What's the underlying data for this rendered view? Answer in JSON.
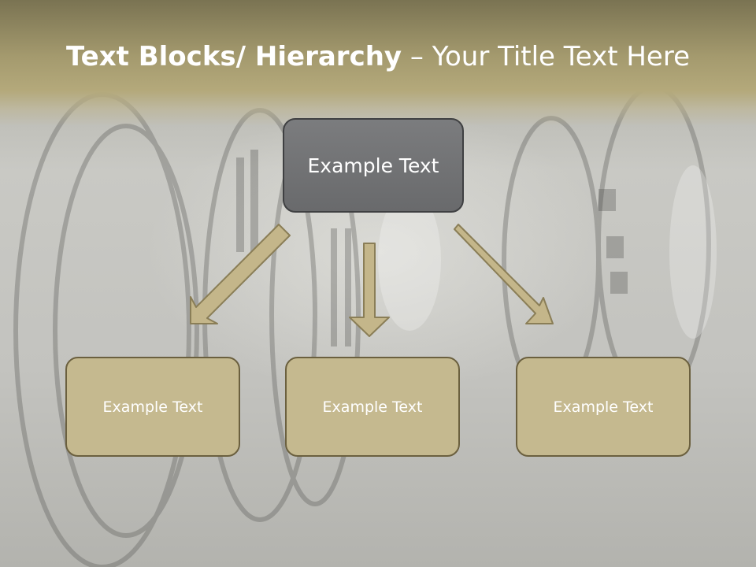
{
  "slide": {
    "title_bold": "Text Blocks/ Hierarchy",
    "title_regular": " – Your Title Text Here"
  },
  "diagram": {
    "top": {
      "label": "Example Text"
    },
    "children": [
      {
        "label": "Example Text"
      },
      {
        "label": "Example Text"
      },
      {
        "label": "Example Text"
      }
    ]
  },
  "colors": {
    "title_band": "#a49a6e",
    "top_box_fill": "#6e6f71",
    "child_box_fill": "#c5b98f",
    "child_box_border": "#6b603f",
    "arrow_fill": "#c4b68a",
    "arrow_stroke": "#8a7e57"
  }
}
